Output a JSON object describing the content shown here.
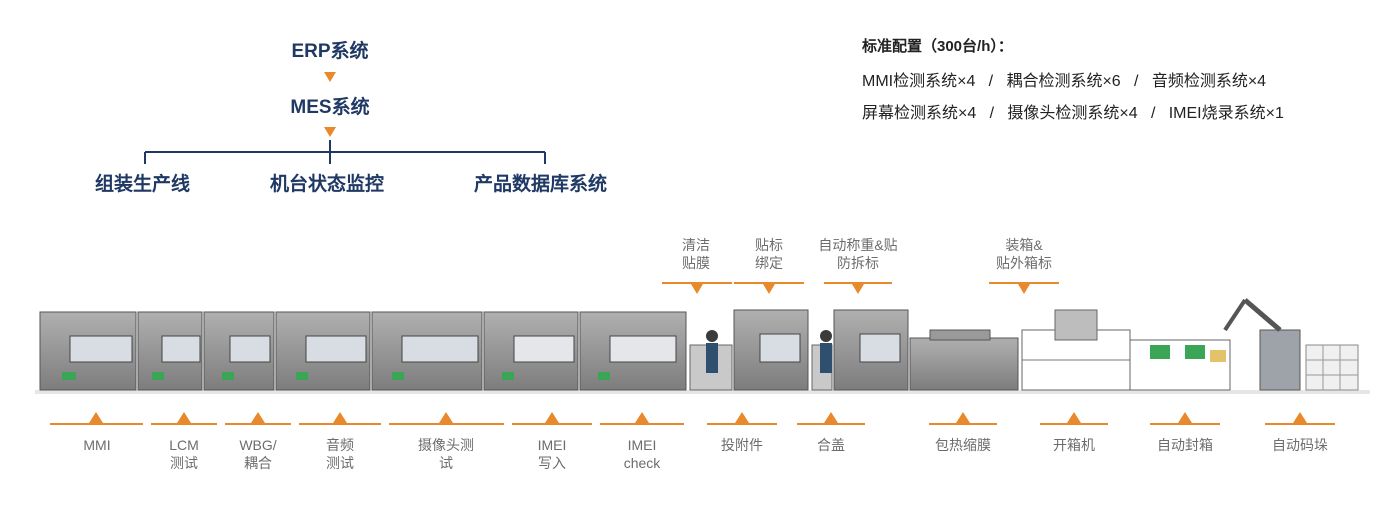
{
  "hierarchy": {
    "top": "ERP系统",
    "middle": "MES系统",
    "branches": [
      "组装生产线",
      "机台状态监控",
      "产品数据库系统"
    ]
  },
  "config": {
    "title": "标准配置（300台/h）：",
    "line1": "MMI检测系统×4   /   耦合检测系统×6   /   音频检测系统×4",
    "line2": "屏幕检测系统×4   /   摄像头检测系统×4   /   IMEI烧录系统×1"
  },
  "top_stages": [
    {
      "line1": "清洁",
      "line2": "贴膜"
    },
    {
      "line1": "贴标",
      "line2": "绑定"
    },
    {
      "line1": "自动称重&贴",
      "line2": "防拆标"
    },
    {
      "line1": "装箱&",
      "line2": "贴外箱标"
    }
  ],
  "bottom_stages": [
    {
      "line1": "MMI",
      "line2": ""
    },
    {
      "line1": "LCM",
      "line2": "测试"
    },
    {
      "line1": "WBG/",
      "line2": "耦合"
    },
    {
      "line1": "音频",
      "line2": "测试"
    },
    {
      "line1": "摄像头测",
      "line2": "试"
    },
    {
      "line1": "IMEI",
      "line2": "写入"
    },
    {
      "line1": "IMEI",
      "line2": "check"
    },
    {
      "line1": "投附件",
      "line2": ""
    },
    {
      "line1": "合盖",
      "line2": ""
    },
    {
      "line1": "包热缩膜",
      "line2": ""
    },
    {
      "line1": "开箱机",
      "line2": ""
    },
    {
      "line1": "自动封箱",
      "line2": ""
    },
    {
      "line1": "自动码垛",
      "line2": ""
    }
  ],
  "colors": {
    "accent": "#e8892c",
    "navy": "#1f3864",
    "machine": "#8c8c8c",
    "label": "#6d6d6d"
  }
}
